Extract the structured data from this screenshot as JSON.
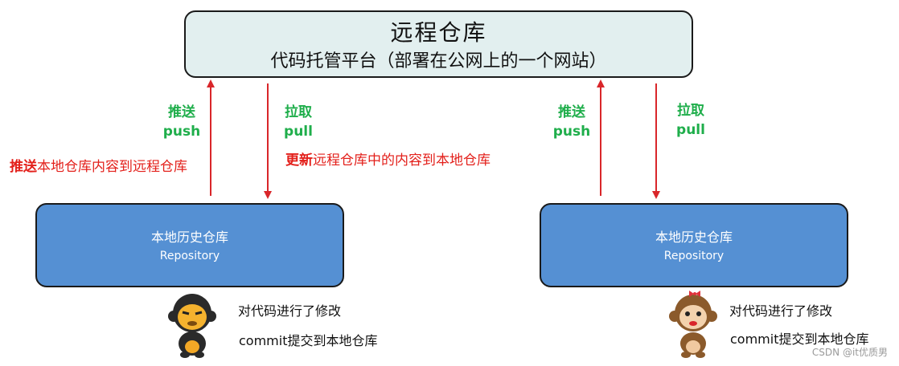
{
  "remote": {
    "title": "远程仓库",
    "subtitle": "代码托管平台（部署在公网上的一个网站）"
  },
  "left": {
    "push": {
      "cn": "推送",
      "en": "push"
    },
    "pull": {
      "cn": "拉取",
      "en": "pull"
    },
    "push_desc": {
      "strong": "推送",
      "rest": "本地仓库内容到远程仓库"
    },
    "pull_desc": {
      "strong": "更新",
      "rest": "远程仓库中的内容到本地仓库"
    },
    "repo": {
      "title": "本地历史仓库",
      "subtitle": "Repository"
    },
    "caption_line1": "对代码进行了修改",
    "caption_line2": "commit提交到本地仓库"
  },
  "right": {
    "push": {
      "cn": "推送",
      "en": "push"
    },
    "pull": {
      "cn": "拉取",
      "en": "pull"
    },
    "repo": {
      "title": "本地历史仓库",
      "subtitle": "Repository"
    },
    "caption_line1": "对代码进行了修改",
    "caption_line2": "commit提交到本地仓库"
  },
  "watermark": "CSDN @it优质男",
  "colors": {
    "remote_fill": "#e2efef",
    "repo_fill": "#5590d3",
    "arrow": "#d9262a",
    "push_pull_label": "#1fae4b",
    "description": "#e3201b"
  }
}
